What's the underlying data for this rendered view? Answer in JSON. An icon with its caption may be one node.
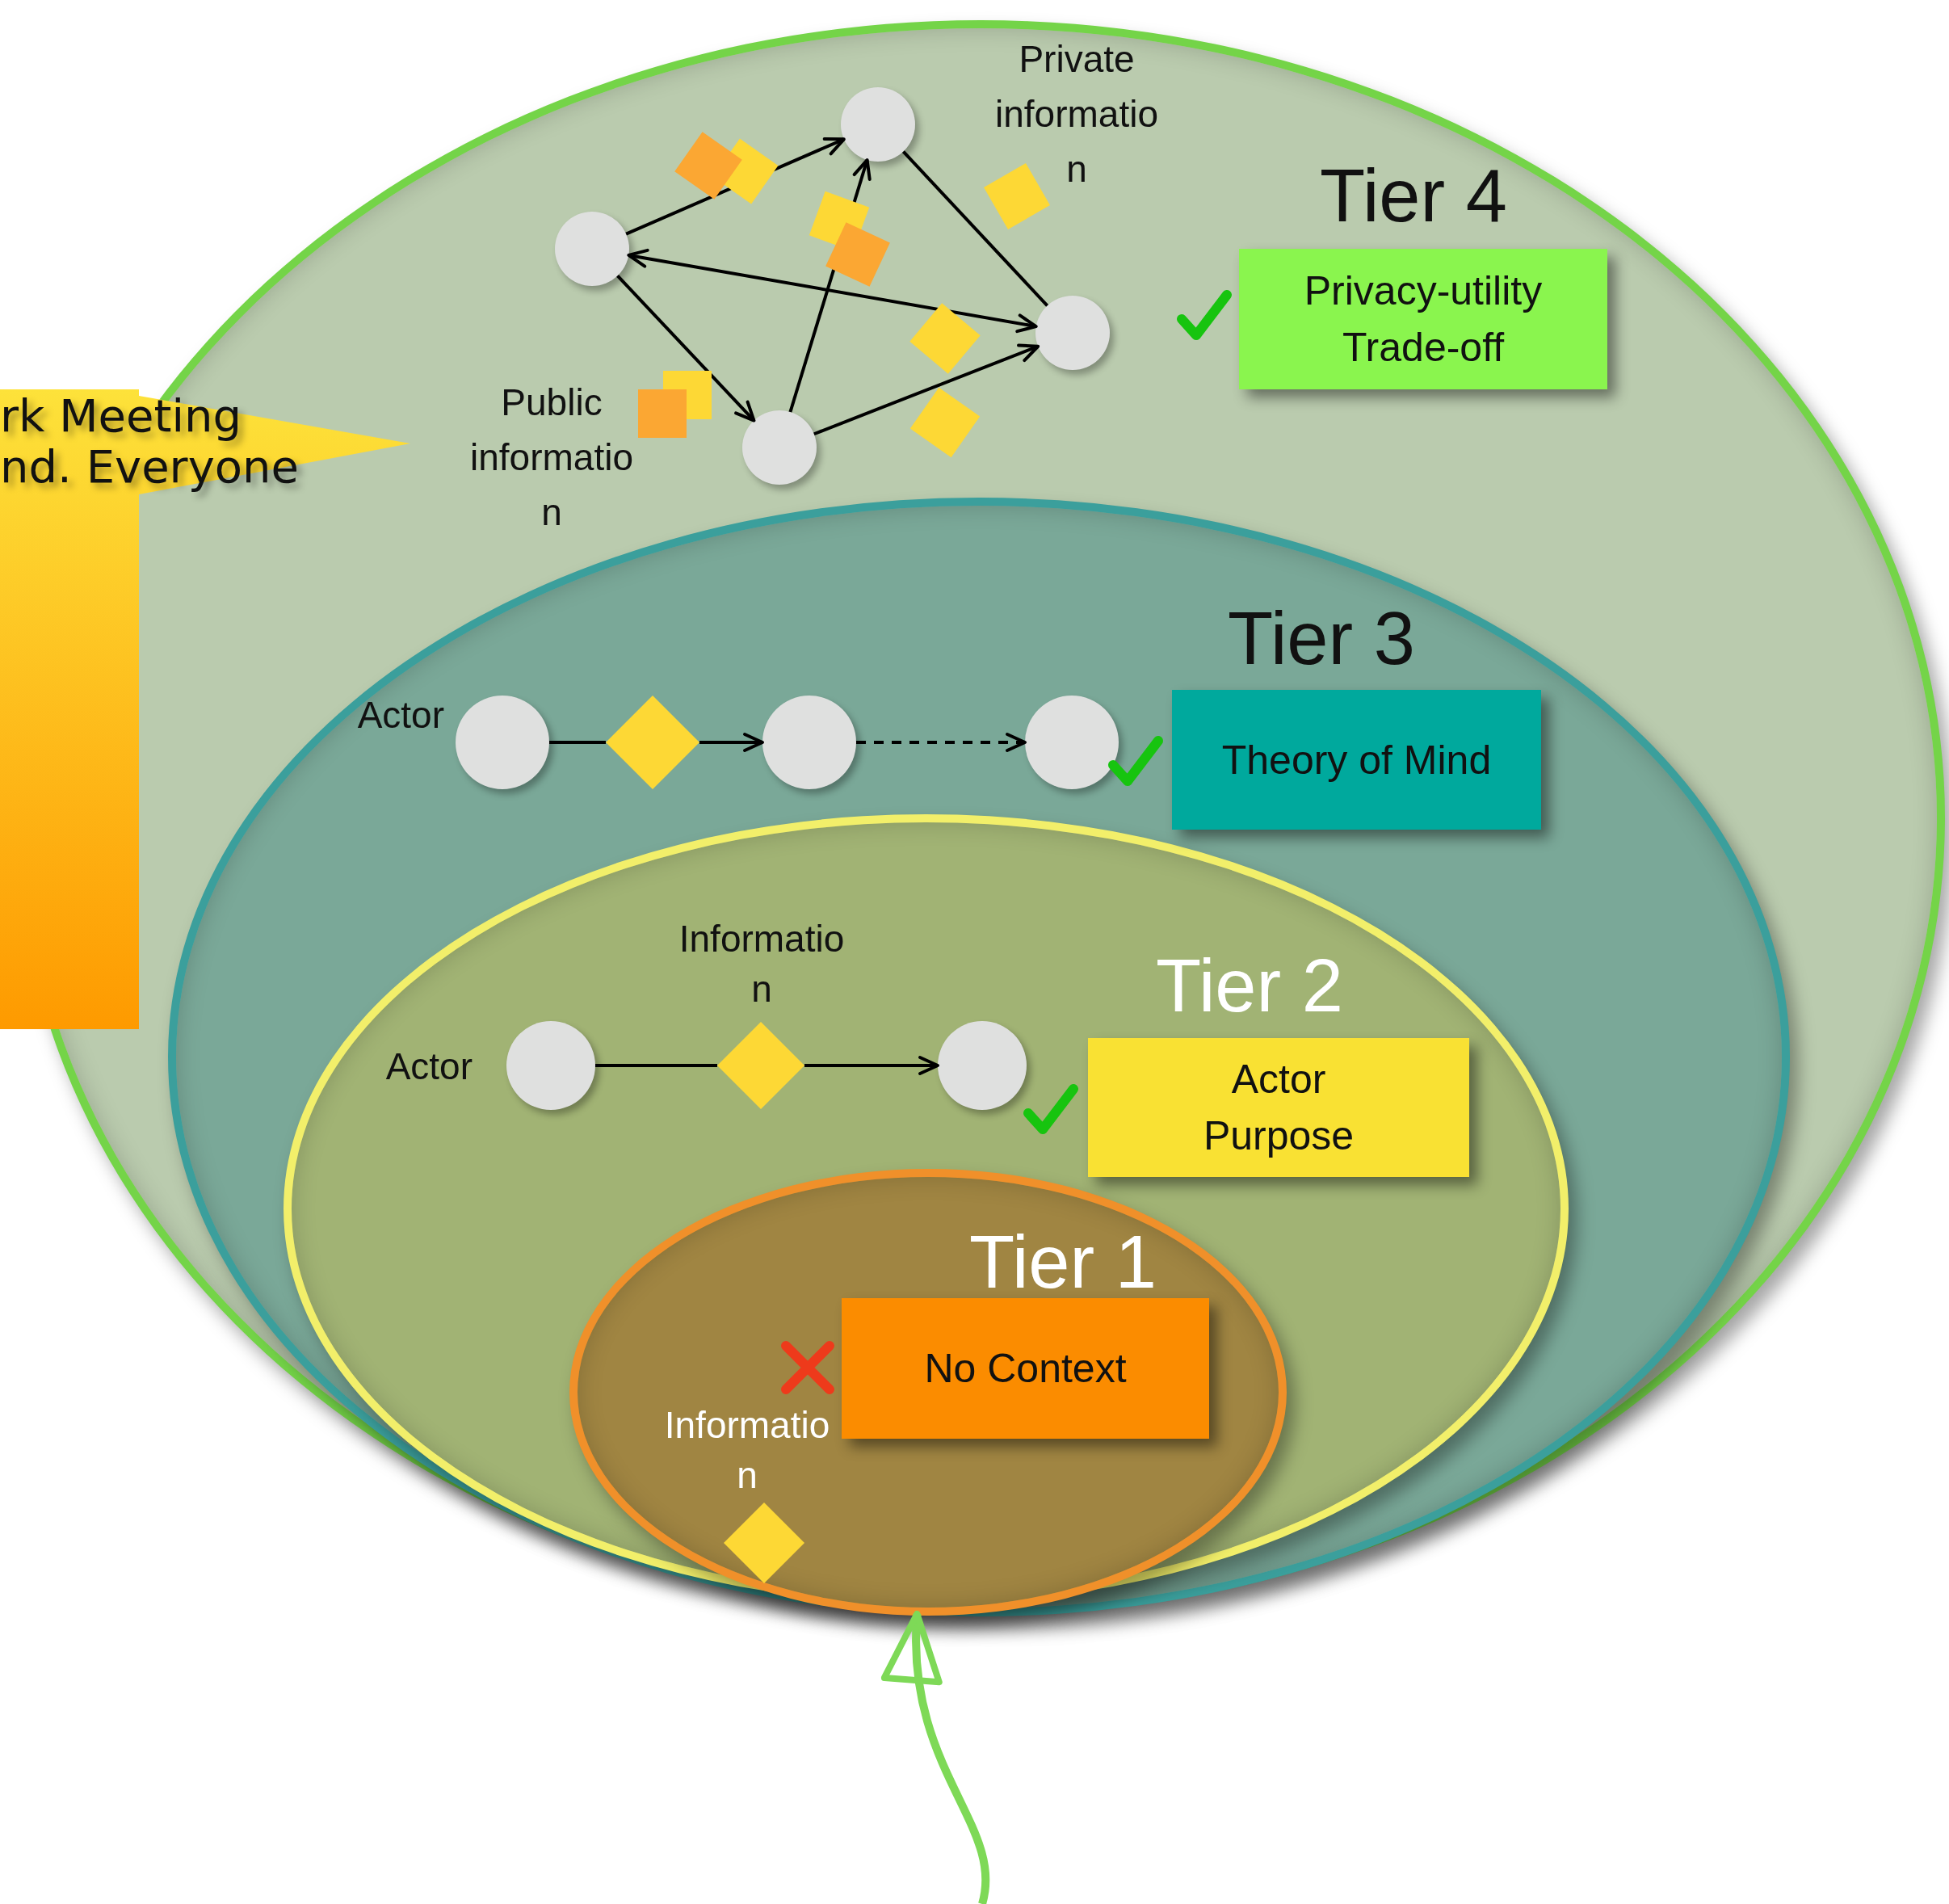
{
  "diagram": {
    "nodes": [
      {
        "text": [
          "Tier 4"
        ]
      },
      {
        "text": [
          "Privacy-utility Trade-off"
        ],
        "in": 0
      },
      {
        "text": [],
        "shape": "circle",
        "in": 0
      },
      {
        "text": [],
        "shape": "circle",
        "in": 0
      },
      {
        "text": [],
        "shape": "circle",
        "in": 0
      },
      {
        "text": [],
        "shape": "circle",
        "in": 0
      },
      {
        "text": [
          "Tier 3"
        ],
        "in": 0
      },
      {
        "text": [
          "Theory of Mind"
        ],
        "in": 6
      },
      {
        "text": [],
        "shape": "circle",
        "in": 6,
        "beside": [
          "Actor"
        ]
      },
      {
        "text": [],
        "shape": "diamond",
        "in": 6
      },
      {
        "text": [],
        "shape": "circle",
        "in": 6
      },
      {
        "text": [],
        "shape": "circle",
        "in": 6
      },
      {
        "text": [
          "Tier 2"
        ],
        "in": 6
      },
      {
        "text": [
          "Actor Purpose"
        ],
        "in": 12
      },
      {
        "text": [],
        "shape": "circle",
        "in": 12,
        "beside": [
          "Actor"
        ]
      },
      {
        "text": [],
        "shape": "diamond",
        "in": 12,
        "beside": [
          "Informatio n"
        ]
      },
      {
        "text": [],
        "shape": "circle",
        "in": 12
      },
      {
        "text": [
          "Tier 1"
        ],
        "in": 12
      },
      {
        "text": [
          "No Context"
        ],
        "in": 17
      },
      {
        "text": [],
        "shape": "diamond",
        "in": 17,
        "beside": [
          "Informatio n"
        ]
      },
      {
        "text": [
          "rk Meeting",
          "nd. Everyone"
        ],
        "in": 0
      }
    ],
    "edges": [
      {
        "from": 2,
        "to": 3,
        "arrow": "to"
      },
      {
        "from": 2,
        "to": 5,
        "arrow": "to"
      },
      {
        "from": 5,
        "to": 3,
        "arrow": "to"
      },
      {
        "from": 2,
        "to": 4,
        "arrow": "both"
      },
      {
        "from": 3,
        "to": 4,
        "arrow": "none"
      },
      {
        "from": 5,
        "to": 4,
        "arrow": "to"
      },
      {
        "from": 8,
        "to": 9,
        "arrow": "none"
      },
      {
        "from": 9,
        "to": 10,
        "arrow": "to"
      },
      {
        "from": 10,
        "to": 11,
        "arrow": "to",
        "style": "dashed"
      },
      {
        "from": 14,
        "to": 15,
        "arrow": "none"
      },
      {
        "from": 15,
        "to": 16,
        "arrow": "to"
      },
      {
        "from": null,
        "to": 0,
        "arrow": "to",
        "style": "thick",
        "color": "#7ed957"
      }
    ],
    "labels": [
      "Private informatio n",
      "Public informatio n"
    ]
  }
}
